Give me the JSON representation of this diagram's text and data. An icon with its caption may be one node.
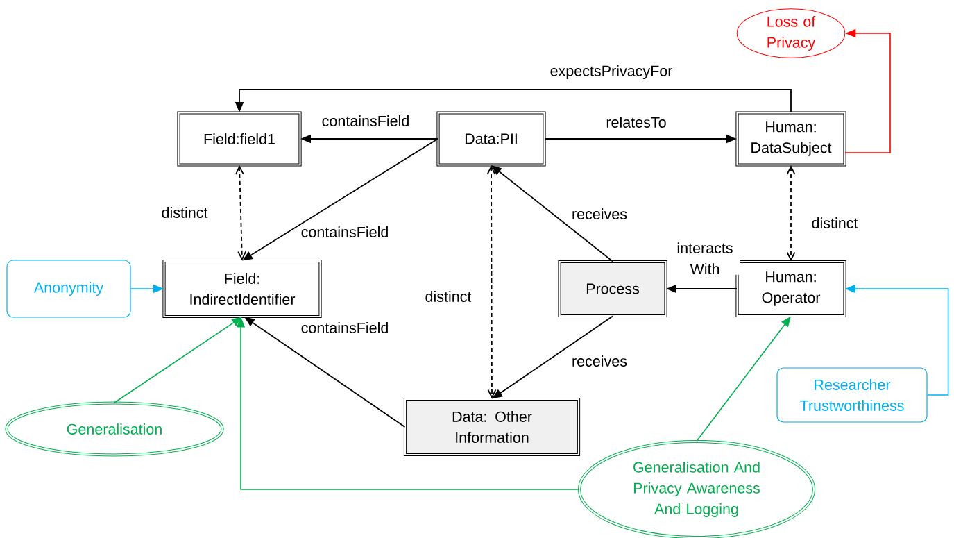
{
  "diagram": {
    "nodes": [
      {
        "text": [
          "Loss of Privacy"
        ]
      },
      {
        "text": [
          "Field:field1"
        ]
      },
      {
        "text": [
          "Data:PII"
        ]
      },
      {
        "text": [
          "Human: DataSubject"
        ]
      },
      {
        "text": [
          "Field: IndirectIdentifier"
        ]
      },
      {
        "text": [
          "Process"
        ]
      },
      {
        "text": [
          "Human: Operator"
        ]
      },
      {
        "text": [
          "Anonymity"
        ]
      },
      {
        "text": [
          "Data: Other Information"
        ]
      },
      {
        "text": [
          "Researcher Trustworthiness"
        ]
      },
      {
        "text": [
          "Generalisation"
        ]
      },
      {
        "text": [
          "Generalisation And Privacy Awareness And Logging"
        ]
      }
    ],
    "edges": [
      {
        "from": 2,
        "to": 1,
        "arrow": "to",
        "label": "containsField"
      },
      {
        "from": 2,
        "to": 4,
        "arrow": "to",
        "label": "containsField"
      },
      {
        "from": 3,
        "to": 1,
        "arrow": "to",
        "label": "expectsPrivacyFor"
      },
      {
        "from": 2,
        "to": 3,
        "arrow": "to",
        "label": "relatesTo"
      },
      {
        "from": 1,
        "to": 4,
        "arrow": "both",
        "label": "distinct",
        "style": "dashed"
      },
      {
        "from": 2,
        "to": 8,
        "arrow": "both",
        "label": "distinct",
        "style": "dashed"
      },
      {
        "from": 3,
        "to": 6,
        "arrow": "both",
        "label": "distinct",
        "style": "dashed"
      },
      {
        "from": 5,
        "to": 2,
        "arrow": "to",
        "label": "receives"
      },
      {
        "from": 5,
        "to": 8,
        "arrow": "to",
        "label": "receives"
      },
      {
        "from": 6,
        "to": 5,
        "arrow": "to",
        "label": "interacts With"
      },
      {
        "from": 8,
        "to": 4,
        "arrow": "to",
        "label": "containsField"
      },
      {
        "from": 7,
        "to": 4,
        "arrow": "to",
        "color": "#00b0f0"
      },
      {
        "from": 10,
        "to": 4,
        "arrow": "to",
        "color": "#00b050"
      },
      {
        "from": 11,
        "to": 4,
        "arrow": "to",
        "color": "#00b050"
      },
      {
        "from": 11,
        "to": 6,
        "arrow": "to",
        "color": "#00b050"
      },
      {
        "from": 3,
        "to": 0,
        "arrow": "to",
        "color": "#ff0000"
      },
      {
        "from": 9,
        "to": 6,
        "arrow": "to",
        "color": "#00b0f0"
      }
    ]
  }
}
